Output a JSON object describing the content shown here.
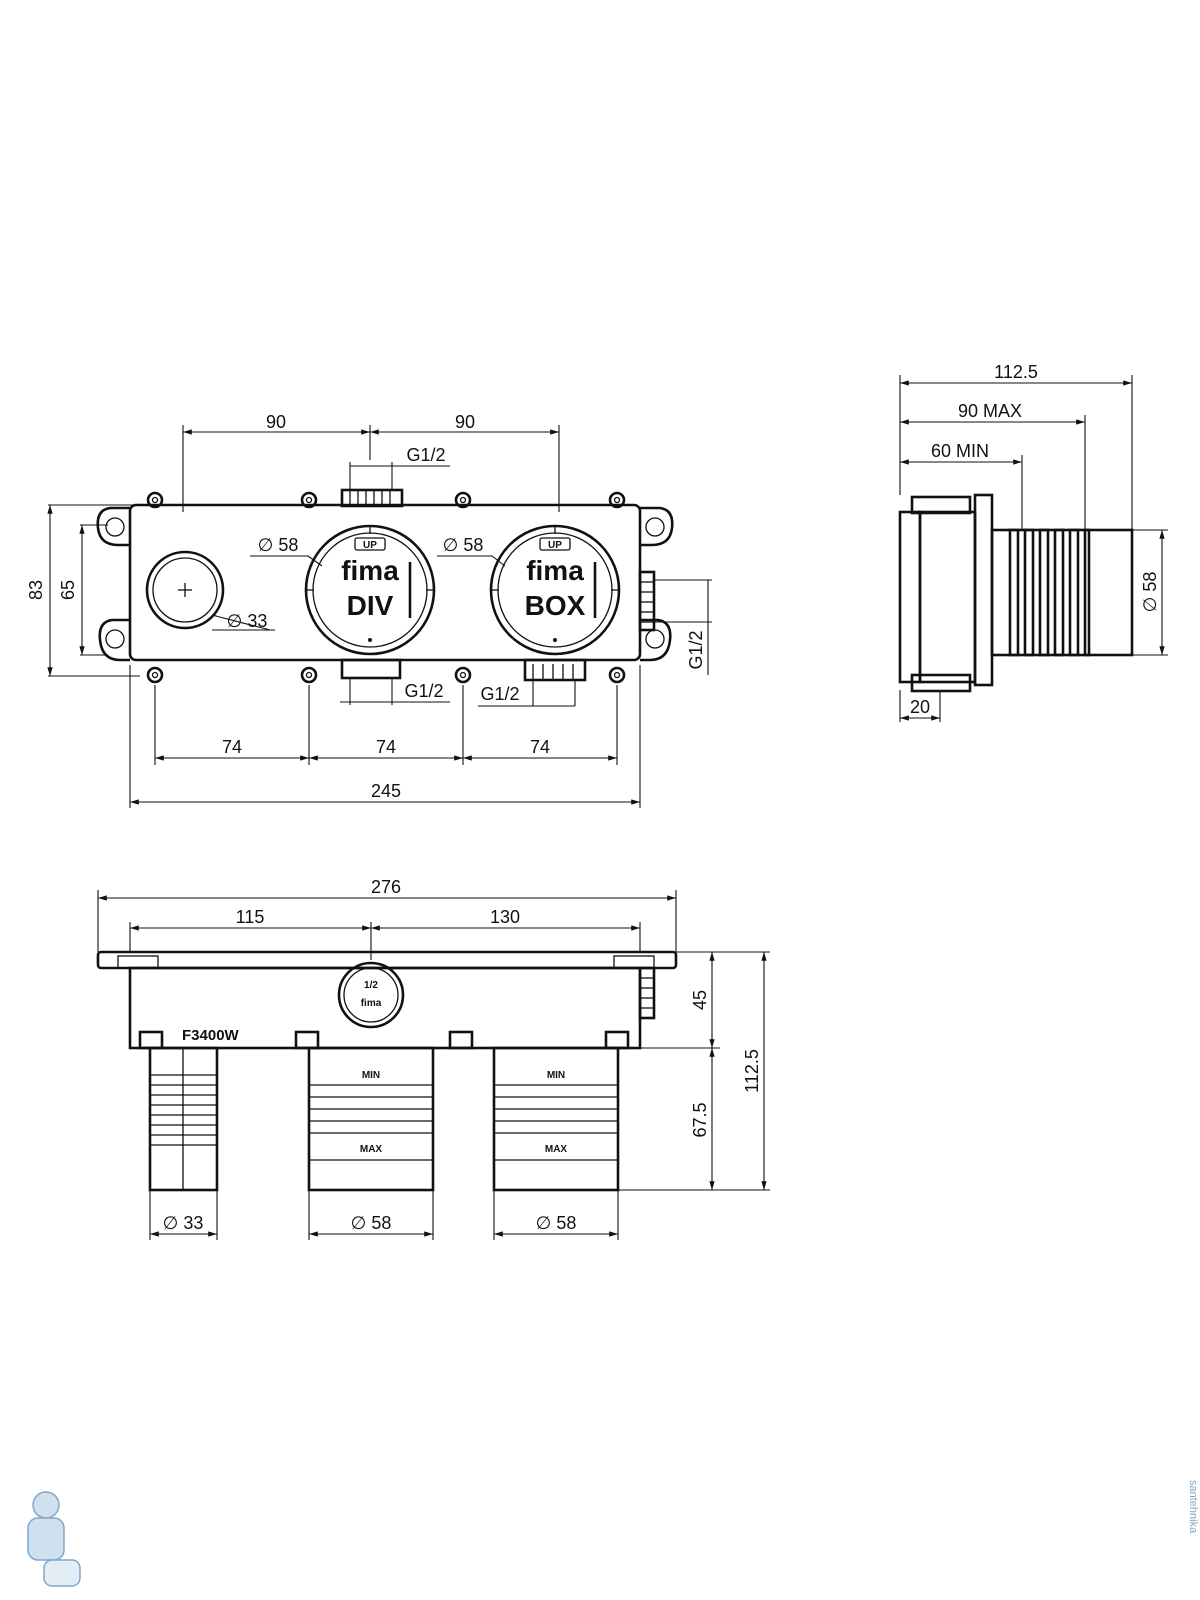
{
  "front_view": {
    "dims": {
      "top_left": "90",
      "top_right": "90",
      "top_inlet": "G1/2",
      "height_outer": "83",
      "height_inner": "65",
      "dia_left_port": "∅ 33",
      "dia_div": "∅ 58",
      "dia_box": "∅ 58",
      "bottom_g_left": "G1/2",
      "bottom_g_right": "G1/2",
      "right_g": "G1/2",
      "span_1": "74",
      "span_2": "74",
      "span_3": "74",
      "total_width": "245"
    },
    "module_div": {
      "brand": "fima",
      "name": "DIV",
      "up": "UP"
    },
    "module_box": {
      "brand": "fima",
      "name": "BOX",
      "up": "UP"
    }
  },
  "side_view": {
    "dims": {
      "overall": "112.5",
      "max_depth": "90 MAX",
      "min_depth": "60 MIN",
      "flange": "20",
      "diameter": "∅ 58"
    }
  },
  "bottom_view": {
    "dims": {
      "total_width": "276",
      "left_span": "115",
      "right_span": "130",
      "height_body": "45",
      "height_sleeve": "67.5",
      "height_total": "112.5",
      "dia_1": "∅ 33",
      "dia_2": "∅ 58",
      "dia_3": "∅ 58"
    },
    "model": "F3400W",
    "plug": {
      "brand": "fima",
      "size": "1/2"
    },
    "sleeve_min": "MIN",
    "sleeve_max": "MAX"
  },
  "watermark": "santehnika"
}
